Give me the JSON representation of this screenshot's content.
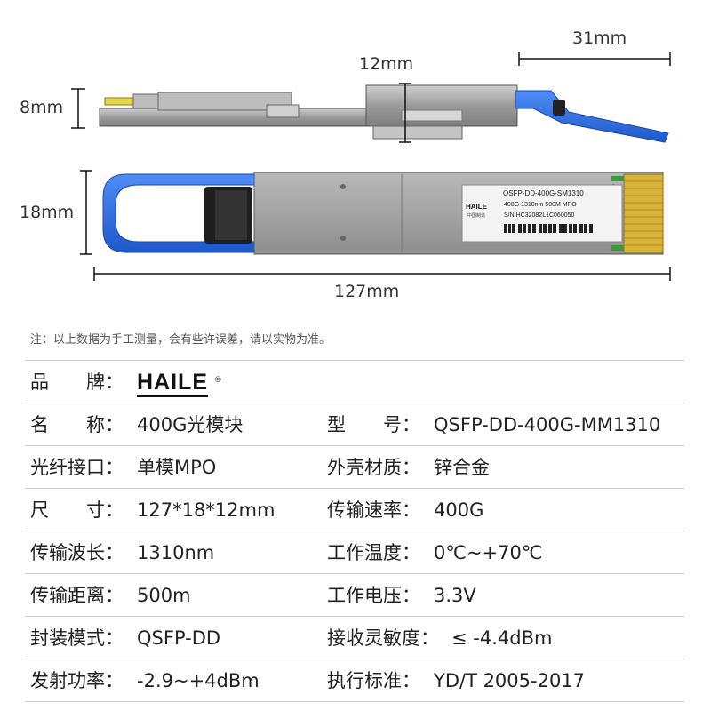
{
  "dimensions": {
    "side_width": "31mm",
    "height_top": "12mm",
    "thickness": "8mm",
    "width": "18mm",
    "length": "127mm"
  },
  "label_sticker": {
    "model": "QSFP-DD-400G-SM1310",
    "brand": "HAILE",
    "brand_sub": "中国制造",
    "spec": "400G 1310nm 500M MPO",
    "serial": "S/N:HC32082L1C060050"
  },
  "note": "注：以上数据为手工测量，会有些许误差，请以实物为准。",
  "brand_row": {
    "label": "品　　牌：",
    "logo_text": "HAILE",
    "logo_mark": "®"
  },
  "specs": [
    {
      "l_label": "名　　称：",
      "l_value": "400G光模块",
      "r_label": "型　　号：",
      "r_value": "QSFP-DD-400G-MM1310"
    },
    {
      "l_label": "光纤接口：",
      "l_value": "单模MPO",
      "r_label": "外壳材质：",
      "r_value": "锌合金"
    },
    {
      "l_label": "尺　　寸：",
      "l_value": "127*18*12mm",
      "r_label": "传输速率：",
      "r_value": "400G"
    },
    {
      "l_label": "传输波长：",
      "l_value": "1310nm",
      "r_label": "工作温度：",
      "r_value": "0℃~+70℃"
    },
    {
      "l_label": "传输距离：",
      "l_value": "500m",
      "r_label": "工作电压：",
      "r_value": "3.3V"
    },
    {
      "l_label": "封装模式：",
      "l_value": "QSFP-DD",
      "r_label": "接收灵敏度：",
      "r_value": "≤ -4.4dBm"
    },
    {
      "l_label": "发射功率：",
      "l_value": "-2.9~+4dBm",
      "r_label": "执行标准：",
      "r_value": "YD/T 2005-2017"
    }
  ],
  "colors": {
    "pull_tab": "#2f6fe0",
    "metal": "#a9a9a9",
    "connector_gold": "#d9b23a"
  }
}
